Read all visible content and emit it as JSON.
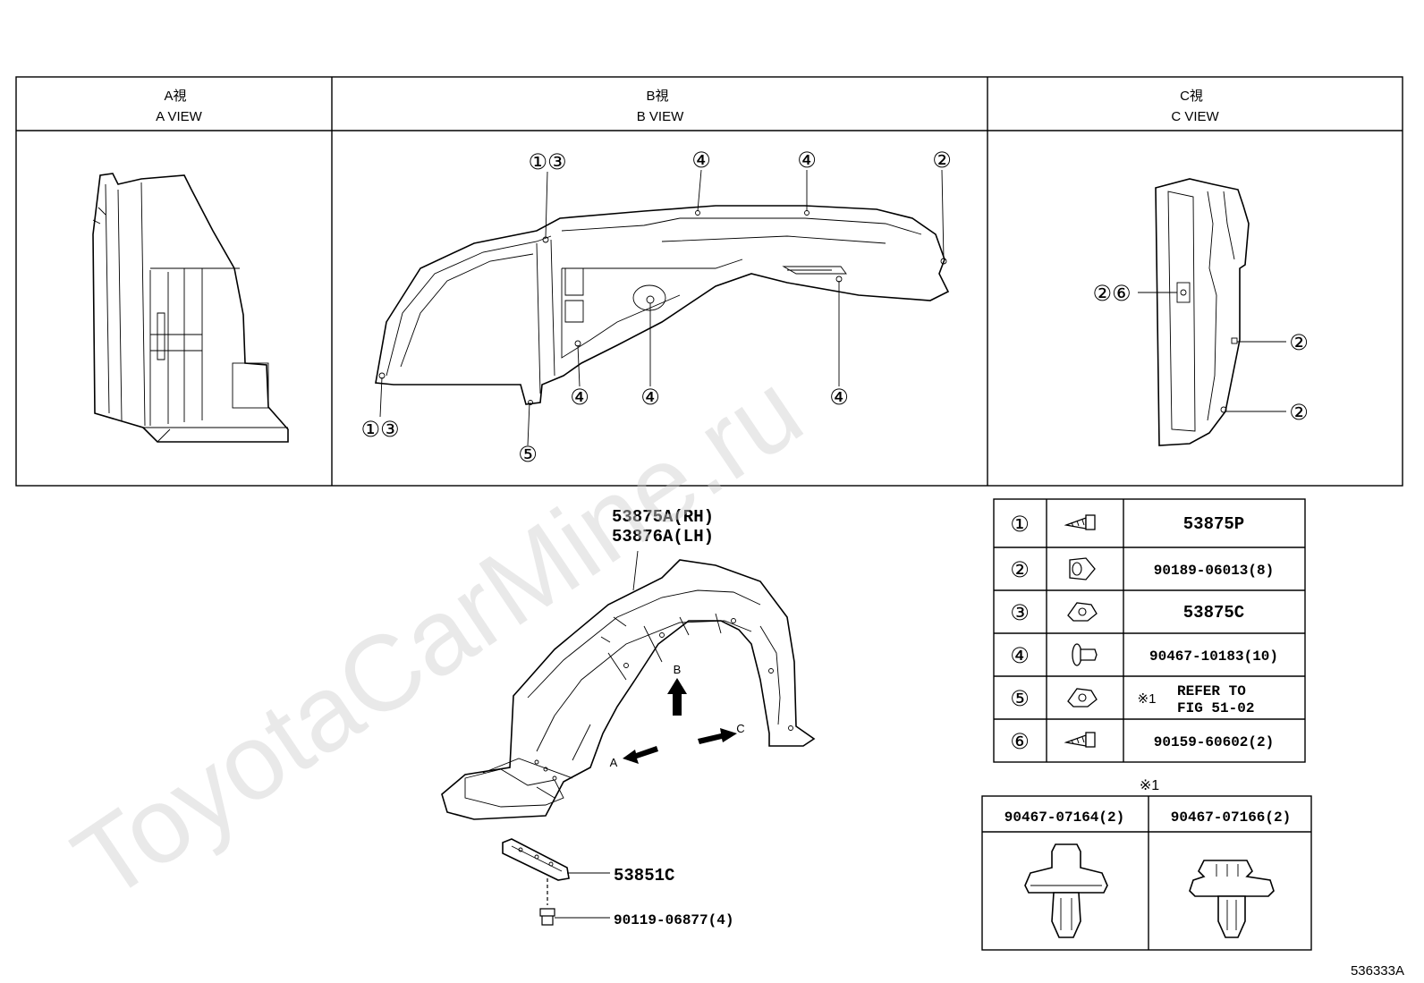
{
  "views": [
    {
      "title_jp": "A視",
      "title_en": "A VIEW"
    },
    {
      "title_jp": "B視",
      "title_en": "B VIEW"
    },
    {
      "title_jp": "C視",
      "title_en": "C VIEW"
    }
  ],
  "callouts": {
    "b_1_3_top": "①③",
    "b_4_a": "④",
    "b_4_b": "④",
    "b_2": "②",
    "b_1_3_bottom": "①③",
    "b_5": "⑤",
    "b_4_c": "④",
    "b_4_d": "④",
    "b_4_e": "④",
    "c_2_6": "②⑥",
    "c_2_a": "②",
    "c_2_b": "②"
  },
  "main_part": {
    "rh": "53875A(RH)",
    "lh": "53876A(LH)"
  },
  "arrows": {
    "a": "A",
    "b": "B",
    "c": "C"
  },
  "sub_parts": {
    "bracket": "53851C",
    "screw": "90119-06877(4)"
  },
  "legend": [
    {
      "num": "①",
      "icon": "screw-icon",
      "part": "53875P"
    },
    {
      "num": "②",
      "icon": "nut-icon",
      "part": "90189-06013(8)"
    },
    {
      "num": "③",
      "icon": "clip-icon",
      "part": "53875C"
    },
    {
      "num": "④",
      "icon": "push-rivet-icon",
      "part": "90467-10183(10)"
    },
    {
      "num": "⑤",
      "icon": "clip-icon",
      "part_line1": "REFER TO",
      "part_line2": "FIG 51-02",
      "note_mark": "※1"
    },
    {
      "num": "⑥",
      "icon": "screw-icon",
      "part": "90159-60602(2)"
    }
  ],
  "note_table": {
    "mark": "※1",
    "headers": [
      "90467-07164(2)",
      "90467-07166(2)"
    ]
  },
  "watermark": "ToyotaCarMine.ru",
  "figure_code": "536333A"
}
